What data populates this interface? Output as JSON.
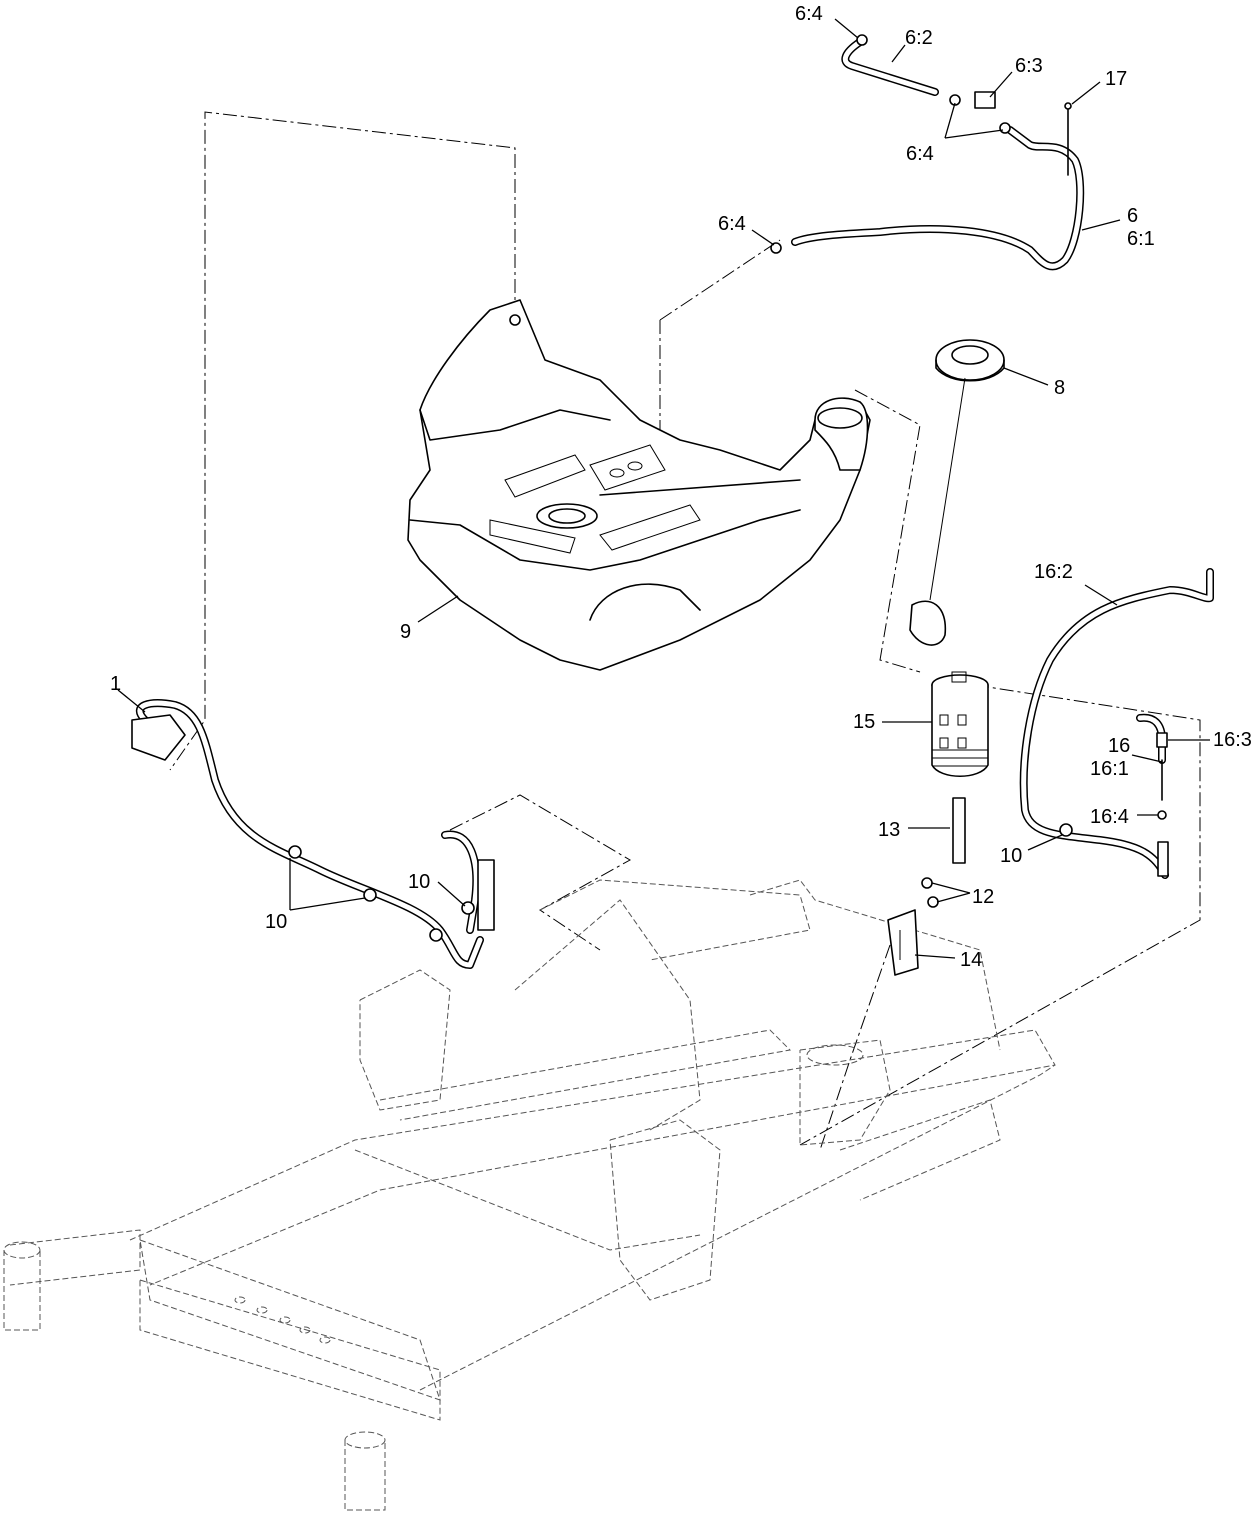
{
  "callouts": {
    "c_6_4_top": "6:4",
    "c_6_2": "6:2",
    "c_6_3": "6:3",
    "c_17": "17",
    "c_6_4_mid": "6:4",
    "c_6_4_left": "6:4",
    "c_6": "6",
    "c_6_1": "6:1",
    "c_8": "8",
    "c_9": "9",
    "c_16_2": "16:2",
    "c_1": "1",
    "c_15": "15",
    "c_16": "16",
    "c_16_1": "16:1",
    "c_16_3": "16:3",
    "c_16_4": "16:4",
    "c_13": "13",
    "c_10_right": "10",
    "c_10_mid": "10",
    "c_10_left": "10",
    "c_12": "12",
    "c_14": "14"
  }
}
